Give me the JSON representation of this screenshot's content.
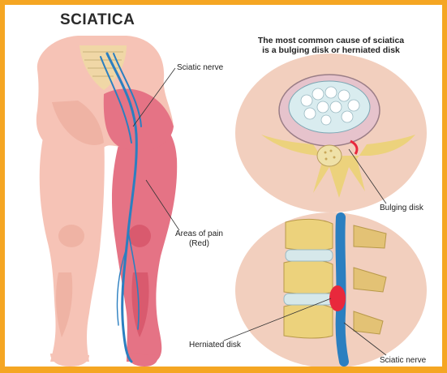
{
  "title": "SCIATICA",
  "headline": {
    "line1": "The most common cause of sciatica",
    "line2": "is a bulging disk or herniated disk"
  },
  "labels": {
    "sciatic_nerve_top": "Sciatic nerve",
    "areas_of_pain_line1": "Areas of pain",
    "areas_of_pain_line2": "(Red)",
    "bulging_disk": "Bulging disk",
    "herniated_disk": "Herniated disk",
    "sciatic_nerve_bottom": "Sciatic nerve"
  },
  "colors": {
    "border": "#f5a623",
    "skin": "#f6c3b6",
    "skin_shadow": "#e8a594",
    "pain_red": "#e0566b",
    "nerve_blue": "#2b7fc0",
    "bone": "#e8d49c",
    "inset_bg": "#f2cfbe",
    "disk_blue": "#bfe0ea",
    "herniation_red": "#e8283c"
  }
}
